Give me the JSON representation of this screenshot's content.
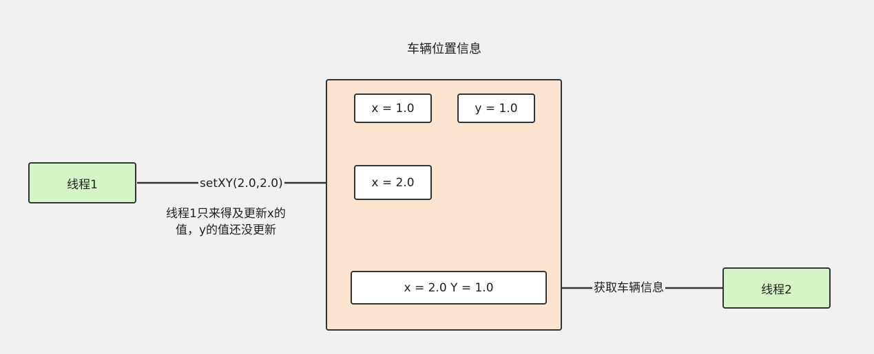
{
  "diagram": {
    "title": "车辆位置信息",
    "nodes": {
      "x_initial": "x = 1.0",
      "y_initial": "y = 1.0",
      "x_updated": "x = 2.0",
      "result": "x = 2.0  Y = 1.0",
      "thread1": "线程1",
      "thread2": "线程2"
    },
    "edge_labels": {
      "set_xy": "setXY(2.0,2.0)",
      "get_info": "获取车辆信息"
    },
    "note": {
      "line1": "线程1只来得及更新x的",
      "line2": "值，y的值还没更新"
    },
    "colors": {
      "background": "#f1f1f1",
      "container_fill": "#fbe5d1",
      "thread_fill": "#d5f5c6",
      "node_fill": "#ffffff",
      "stroke": "#333333"
    }
  }
}
